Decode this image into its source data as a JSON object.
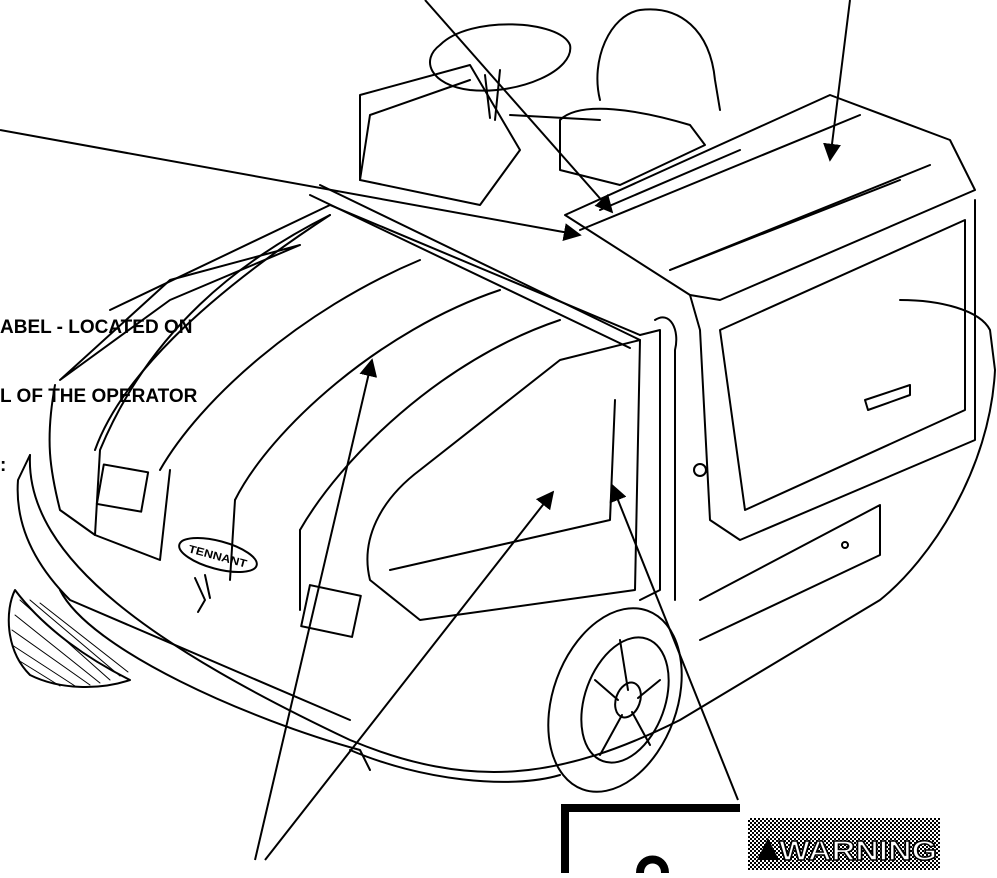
{
  "callout_left": {
    "line1": "ABEL - LOCATED ON",
    "line2": "L OF THE OPERATOR",
    "line3": ":"
  },
  "warning_label": {
    "text": "WARNING",
    "symbol": "warning-triangle-icon"
  },
  "brand_badge": {
    "text": "TENNANT"
  },
  "colors": {
    "ink": "#000000",
    "paper": "#ffffff"
  }
}
